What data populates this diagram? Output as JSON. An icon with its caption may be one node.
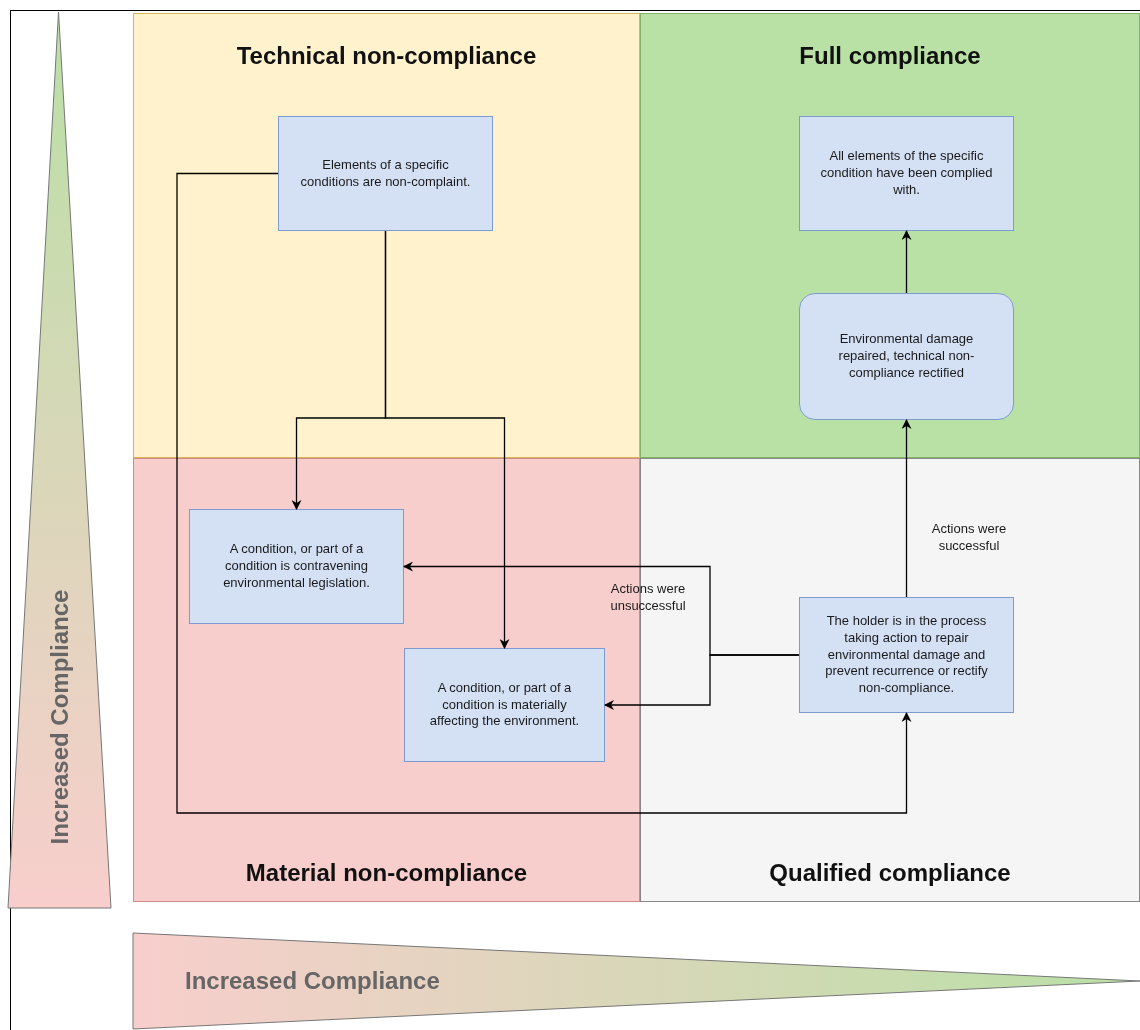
{
  "diagram": {
    "nodes": [
      {
        "text": [
          "Technical non-compliance"
        ]
      },
      {
        "text": [
          "Full compliance"
        ]
      },
      {
        "text": [
          "Material non-compliance"
        ]
      },
      {
        "text": [
          "Qualified compliance"
        ]
      },
      {
        "text": [
          "Elements of a specific conditions are non-complaint."
        ],
        "in": 0
      },
      {
        "text": [
          "All elements of the specific condition have been complied with."
        ],
        "in": 1
      },
      {
        "text": [
          "Environmental damage repaired, technical non-compliance rectified"
        ],
        "in": 1
      },
      {
        "text": [
          "A condition, or part of a condition is contravening environmental legislation."
        ],
        "in": 2
      },
      {
        "text": [
          "A condition, or part of a condition is materially affecting the environment."
        ],
        "in": 2
      },
      {
        "text": [
          "The holder is in the process taking action to repair environmental damage and prevent recurrence or rectify non-compliance."
        ],
        "in": 3
      },
      {
        "text": [
          "Increased Compliance"
        ]
      },
      {
        "text": [
          "Increased Compliance"
        ]
      }
    ],
    "edges": [
      {
        "from": 4,
        "to": 7,
        "arrow": "to"
      },
      {
        "from": 4,
        "to": 8,
        "arrow": "to"
      },
      {
        "from": 4,
        "to": 9,
        "arrow": "to"
      },
      {
        "from": 9,
        "to": 7,
        "arrow": "to",
        "label": "Actions were unsuccessful"
      },
      {
        "from": 9,
        "to": 8,
        "arrow": "to"
      },
      {
        "from": 9,
        "to": 6,
        "arrow": "to",
        "label": "Actions were successful"
      },
      {
        "from": 6,
        "to": 5,
        "arrow": "to"
      }
    ]
  }
}
